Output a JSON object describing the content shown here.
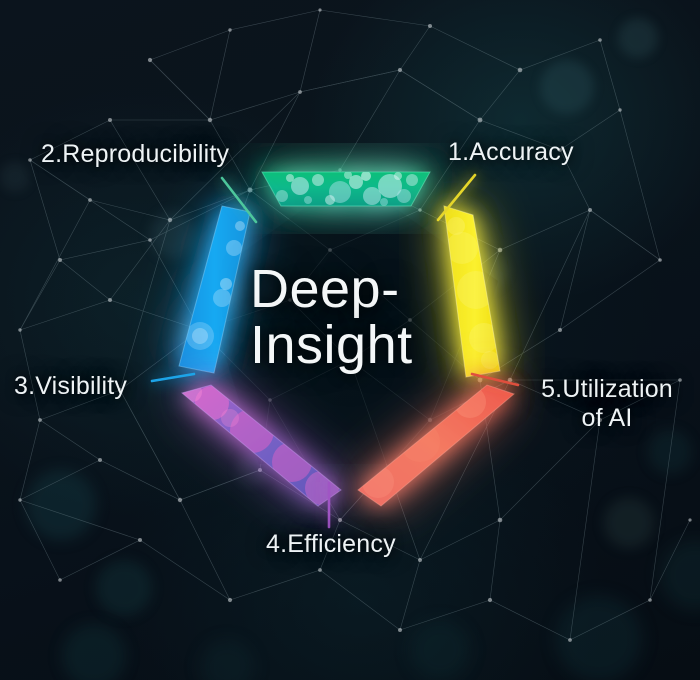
{
  "graphic": {
    "type": "pentagon-concept-diagram",
    "center_title": "Deep-\nInsight",
    "background": {
      "base_color": "#0a131b",
      "accent_color": "#14424c",
      "style": "dark-network-mesh-bokeh"
    },
    "segments": [
      {
        "index": "1",
        "label": "1.Accuracy",
        "color": "#f7e928",
        "position": "upper-right",
        "leader_color": "#e4d42a"
      },
      {
        "index": "2",
        "label": "2.Reproducibility",
        "color": "#12b981",
        "position": "top",
        "leader_color": "#3fbf8c"
      },
      {
        "index": "3",
        "label": "3.Visibility",
        "color": "#16a5ee",
        "position": "upper-left",
        "leader_color": "#1fa6e8"
      },
      {
        "index": "4",
        "label": "4.Efficiency",
        "color": "#7b63c4",
        "position": "lower-left",
        "leader_color": "#9a5fc0"
      },
      {
        "index": "5",
        "label": "5.Utilization\nof AI",
        "color": "#f2705e",
        "position": "lower-right",
        "leader_color": "#e0503f"
      }
    ],
    "labels": {
      "accuracy": "1.Accuracy",
      "reproducibility": "2.Reproducibility",
      "visibility": "3.Visibility",
      "efficiency": "4.Efficiency",
      "utilization": "5.Utilization\nof AI"
    }
  }
}
